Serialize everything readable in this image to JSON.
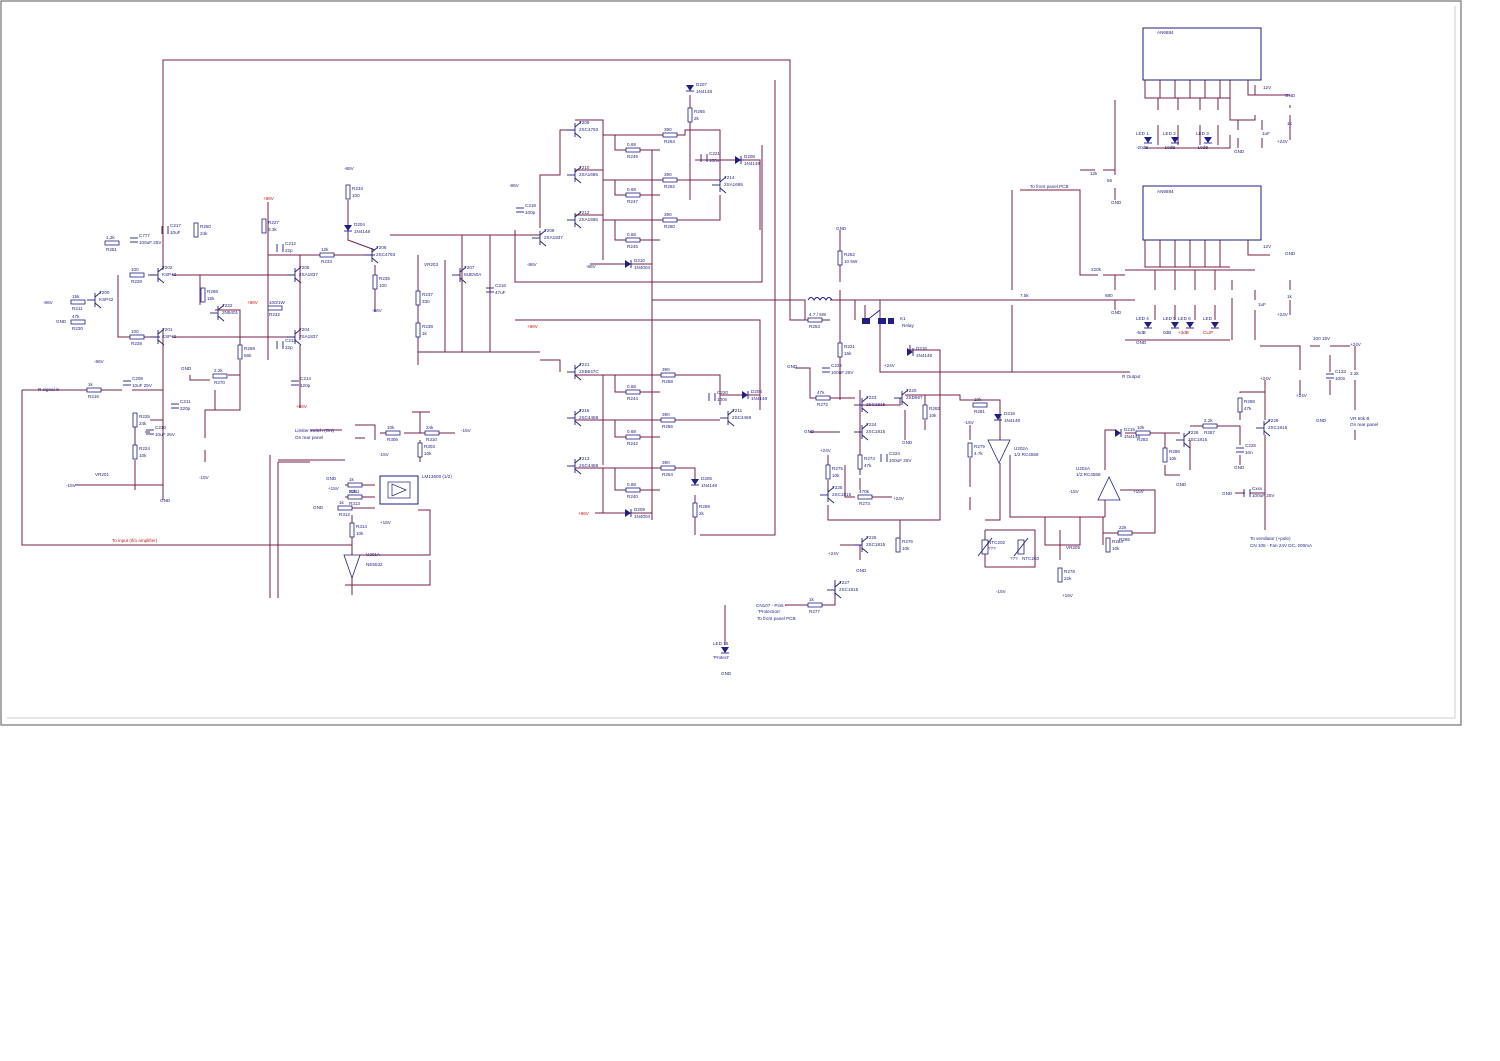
{
  "schematic": {
    "ic_blocks": [
      {
        "id": "ic-top",
        "label": "AN6884"
      },
      {
        "id": "ic-bottom",
        "label": "AN6884"
      },
      {
        "id": "ic-lm",
        "label": "LM13600 (1/2)"
      }
    ],
    "opamps": [
      {
        "id": "u201a",
        "ref": "U201A",
        "part": "NE5532"
      },
      {
        "id": "u202a",
        "ref": "U202A",
        "part": "1/2 RC4558"
      },
      {
        "id": "u202b",
        "ref": "U202A",
        "part": "1/2 RC4558"
      }
    ],
    "transistors": [
      {
        "ref": "T200",
        "part": "KSP42"
      },
      {
        "ref": "T202",
        "part": "KSP42"
      },
      {
        "ref": "T201",
        "part": "KSP42"
      },
      {
        "ref": "T205",
        "part": "2SA1837"
      },
      {
        "ref": "T204",
        "part": "2SA1837"
      },
      {
        "ref": "T222",
        "part": "2N5401"
      },
      {
        "ref": "T206",
        "part": "2SC4793"
      },
      {
        "ref": "T207",
        "part": "MJE50A"
      },
      {
        "ref": "T208",
        "part": "2SA1837"
      },
      {
        "ref": "T209",
        "part": "2SC4793"
      },
      {
        "ref": "T210",
        "part": "2SA1695"
      },
      {
        "ref": "T212",
        "part": "2SA1695"
      },
      {
        "ref": "T214",
        "part": "2SA1695"
      },
      {
        "ref": "T221",
        "part": "2SB647C"
      },
      {
        "ref": "T215",
        "part": "2SC4468"
      },
      {
        "ref": "T213",
        "part": "2SC4468"
      },
      {
        "ref": "T211",
        "part": "2SC4468"
      },
      {
        "ref": "T220",
        "part": "2SD667"
      },
      {
        "ref": "T223",
        "part": "2SC1815"
      },
      {
        "ref": "T224",
        "part": "2SC1815"
      },
      {
        "ref": "T225",
        "part": "2SC1815"
      },
      {
        "ref": "T226",
        "part": "2SC1815"
      },
      {
        "ref": "T227",
        "part": "2SC1815"
      },
      {
        "ref": "T228",
        "part": "2SC1815"
      },
      {
        "ref": "T229",
        "part": "2SC1815"
      },
      {
        "ref": "T230",
        "part": "2SC1815"
      },
      {
        "ref": "T231",
        "part": "2SA940"
      }
    ],
    "resistors": [
      {
        "ref": "R251",
        "value": "1,2k"
      },
      {
        "ref": "R250",
        "value": "24k"
      },
      {
        "ref": "R211",
        "value": "15k"
      },
      {
        "ref": "R230",
        "value": "47k"
      },
      {
        "ref": "R229",
        "value": "100"
      },
      {
        "ref": "R228",
        "value": "100"
      },
      {
        "ref": "R268",
        "value": "15k"
      },
      {
        "ref": "R227",
        "value": "3.3k"
      },
      {
        "ref": "R232",
        "value": "100/1W"
      },
      {
        "ref": "R233",
        "value": "12k"
      },
      {
        "ref": "R234",
        "value": "100"
      },
      {
        "ref": "R235",
        "value": "100"
      },
      {
        "ref": "R237",
        "value": "330"
      },
      {
        "ref": "R238",
        "value": "1k"
      },
      {
        "ref": "R269",
        "value": "56k"
      },
      {
        "ref": "R270",
        "value": "2.2k"
      },
      {
        "ref": "R216",
        "value": "1k"
      },
      {
        "ref": "R225",
        "value": "24k"
      },
      {
        "ref": "R224",
        "value": "10k"
      },
      {
        "ref": "R306",
        "value": "10k"
      },
      {
        "ref": "R310",
        "value": "24k"
      },
      {
        "ref": "R303",
        "value": "10k"
      },
      {
        "ref": "R311",
        "value": "1k"
      },
      {
        "ref": "R313",
        "value": "22k"
      },
      {
        "ref": "R312",
        "value": "1k"
      },
      {
        "ref": "R314",
        "value": "10k"
      },
      {
        "ref": "R264",
        "value": "390"
      },
      {
        "ref": "R262",
        "value": "390"
      },
      {
        "ref": "R260",
        "value": "390"
      },
      {
        "ref": "R249",
        "value": "0.68"
      },
      {
        "ref": "R247",
        "value": "0.68"
      },
      {
        "ref": "R245",
        "value": "0.68"
      },
      {
        "ref": "R265",
        "value": "2k"
      },
      {
        "ref": "R258",
        "value": "390"
      },
      {
        "ref": "R256",
        "value": "390"
      },
      {
        "ref": "R254",
        "value": "390"
      },
      {
        "ref": "R244",
        "value": "0.68"
      },
      {
        "ref": "R242",
        "value": "0.68"
      },
      {
        "ref": "R240",
        "value": "0.68"
      },
      {
        "ref": "R259",
        "value": "2k"
      },
      {
        "ref": "R252",
        "value": "10 5W"
      },
      {
        "ref": "R253",
        "value": "4.7 / 5W"
      },
      {
        "ref": "R221",
        "value": "15k"
      },
      {
        "ref": "R272",
        "value": "47k"
      },
      {
        "ref": "R274",
        "value": "47k"
      },
      {
        "ref": "R273",
        "value": "470k"
      },
      {
        "ref": "R275",
        "value": "10k"
      },
      {
        "ref": "R276",
        "value": "10k"
      },
      {
        "ref": "R277",
        "value": "1k"
      },
      {
        "ref": "R281",
        "value": "10k"
      },
      {
        "ref": "R282",
        "value": "10k"
      },
      {
        "ref": "R279",
        "value": "4.7k"
      },
      {
        "ref": "R278",
        "value": "22k"
      },
      {
        "ref": "R283",
        "value": "10k"
      },
      {
        "ref": "R286",
        "value": "10k"
      },
      {
        "ref": "R284",
        "value": "10k"
      },
      {
        "ref": "R285",
        "value": "22k"
      },
      {
        "ref": "R287",
        "value": "2.2k"
      },
      {
        "ref": "R288",
        "value": "47k"
      }
    ],
    "capacitors": [
      {
        "ref": "C217",
        "value": "10uF"
      },
      {
        "ref": "C777",
        "value": "100uF 25V"
      },
      {
        "ref": "C212",
        "value": "22p"
      },
      {
        "ref": "C213",
        "value": "22p"
      },
      {
        "ref": "C214",
        "value": "120p"
      },
      {
        "ref": "C216",
        "value": "47uF"
      },
      {
        "ref": "C218",
        "value": "100p"
      },
      {
        "ref": "C208",
        "value": "10uF 25V"
      },
      {
        "ref": "C211",
        "value": "220p"
      },
      {
        "ref": "C210",
        "value": "10uF 25V"
      },
      {
        "ref": "C221",
        "value": "100n"
      },
      {
        "ref": "C220",
        "value": "100n"
      },
      {
        "ref": "C222",
        "value": "100uF 25V"
      },
      {
        "ref": "C224",
        "value": "100uF 25V"
      },
      {
        "ref": "C225",
        "value": "10n"
      },
      {
        "ref": "C133",
        "value": "100n"
      },
      {
        "ref": "Cxxx",
        "value": "100uF 25V"
      }
    ],
    "diodes": [
      {
        "ref": "D204",
        "part": "1N4148"
      },
      {
        "ref": "D207",
        "part": "1N4148"
      },
      {
        "ref": "D208",
        "part": "1N4148"
      },
      {
        "ref": "D210",
        "part": "1N4004"
      },
      {
        "ref": "D209",
        "part": "1N4004"
      },
      {
        "ref": "D206",
        "part": "1N4148"
      },
      {
        "ref": "D205",
        "part": "1N4148"
      },
      {
        "ref": "D216",
        "part": "1N4148"
      },
      {
        "ref": "D218",
        "part": "1N4148"
      },
      {
        "ref": "D215",
        "part": "1N4148"
      }
    ],
    "leds": [
      {
        "ref": "LED 1",
        "label": "-20dB"
      },
      {
        "ref": "LED 2",
        "label": "-10dB"
      },
      {
        "ref": "LED 3",
        "label": "-10dB"
      },
      {
        "ref": "LED 4",
        "label": "-5dB"
      },
      {
        "ref": "LED 5",
        "label": "0dB"
      },
      {
        "ref": "LED 6",
        "label": "+3dB"
      },
      {
        "ref": "LED",
        "label": "CLIP"
      },
      {
        "ref": "LED 16",
        "label": "'Protect'"
      }
    ],
    "ntc": [
      {
        "ref": "NTC202",
        "value": "???"
      },
      {
        "ref": "NTC203",
        "value": "???"
      }
    ],
    "relay": {
      "ref": "K1",
      "label": "Relay"
    },
    "net_labels": {
      "gnd": "GND",
      "v_pos_high": "+86V",
      "v_neg_high": "-86V",
      "v_pos_15": "+15V",
      "v_neg_15": "-15V",
      "v_pos_24": "+24V",
      "v_12": "12V"
    },
    "annotations": {
      "r_signal_in": "R signal in",
      "to_input": "To input (if/o amplifier)",
      "limiter_switch": "Limiter switch (ON)",
      "on_rear_panel": "On rear panel",
      "r_output": "R Output",
      "to_front_panel_pcb": "To front panel PCB",
      "cn107_pin5": "CN107 - Pin5 -",
      "protection": "'Protection'",
      "to_ventilator": "To ventilator (+pole)",
      "cn_fan": "CN 105 - Fan 24V DC, 200mA",
      "vr_50k": "VR 50k B",
      "vr_on_rear": "On rear panel",
      "r_val_56": "56",
      "r_val_12k": "12k",
      "r_val_7_5k": "7.5k",
      "r_val_220k": "220k",
      "r_val_680": "680",
      "r_val_1k": "1k",
      "r_val_1uF": "1uF",
      "r_val_2_2k": "2.2k",
      "r_val_100_15v": "100 15V",
      "vr201": "VR201",
      "vr203": "VR203",
      "vr205": "VR205"
    }
  }
}
